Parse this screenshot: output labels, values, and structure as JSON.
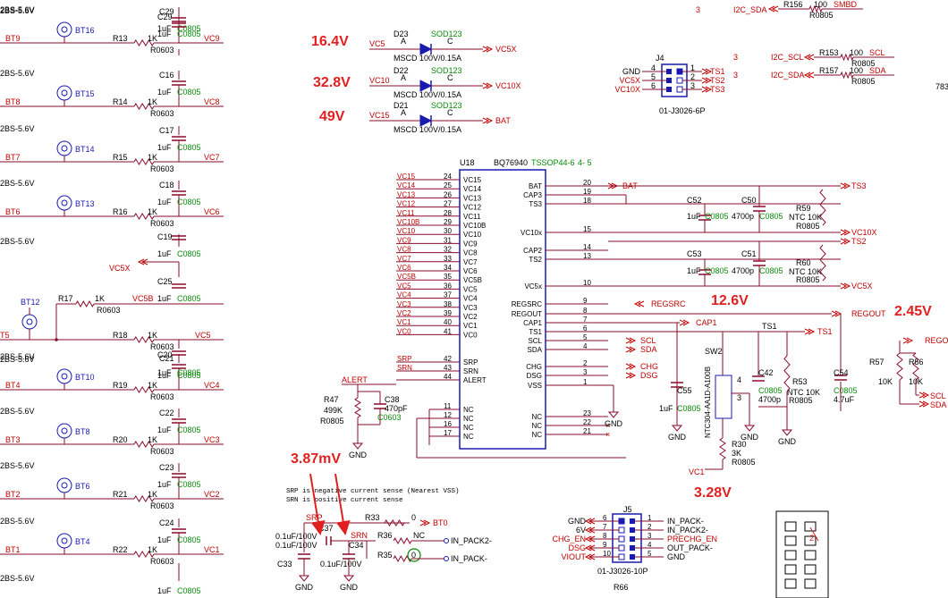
{
  "colors": {
    "wire": "#8a0b2a",
    "part": "#1a1ab0",
    "net": "#c00000",
    "green": "#0a8a0a",
    "ann": "#e02020"
  },
  "left_column": {
    "cells": [
      {
        "part": "BT16",
        "net": "BT9",
        "r": "R13",
        "val": "1K",
        "pkg": "R0603",
        "c": "C29",
        "cval": "1uF",
        "cpkg": "C0805",
        "vc": "VC9",
        "bat": "2BS-5.6V"
      },
      {
        "part": "BT15",
        "net": "BT8",
        "r": "R14",
        "val": "1K",
        "pkg": "R0603",
        "c": "C16",
        "cval": "1uF",
        "cpkg": "C0805",
        "vc": "VC8",
        "bat": "2BS-5.6V"
      },
      {
        "part": "BT14",
        "net": "BT7",
        "r": "R15",
        "val": "1K",
        "pkg": "R0603",
        "c": "C17",
        "cval": "1uF",
        "cpkg": "C0805",
        "vc": "VC7",
        "bat": "2BS-5.6V"
      },
      {
        "part": "BT13",
        "net": "BT6",
        "r": "R16",
        "val": "1K",
        "pkg": "R0603",
        "c": "C18",
        "cval": "1uF",
        "cpkg": "C0805",
        "vc": "VC6",
        "bat": "2BS-5.6V"
      },
      {
        "part": "BT10",
        "net": "BT4",
        "r": "R19",
        "val": "1K",
        "pkg": "R0603",
        "c": "C21",
        "cval": "1uF",
        "cpkg": "C0805",
        "vc": "VC4",
        "bat": "2BS-5.6V"
      },
      {
        "part": "BT8",
        "net": "BT3",
        "r": "R20",
        "val": "1K",
        "pkg": "R0603",
        "c": "C22",
        "cval": "1uF",
        "cpkg": "C0805",
        "vc": "VC3",
        "bat": "2BS-5.6V"
      },
      {
        "part": "BT6",
        "net": "BT2",
        "r": "R21",
        "val": "1K",
        "pkg": "R0603",
        "c": "C23",
        "cval": "1uF",
        "cpkg": "C0805",
        "vc": "VC2",
        "bat": "2BS-5.6V"
      },
      {
        "part": "BT4",
        "net": "BT1",
        "r": "R22",
        "val": "1K",
        "pkg": "R0603",
        "c": "C24",
        "cval": "1uF",
        "cpkg": "C0805",
        "vc": "VC1",
        "bat": "2BS-5.6V"
      }
    ],
    "extra": {
      "c19": "C19",
      "c25": "C25",
      "vc5x": "VC5X",
      "bt12": "BT12",
      "r17": "R17",
      "r17v": "1K",
      "r17p": "R0603",
      "vc5b": "VC5B",
      "t5": "T5",
      "r18": "R18",
      "r18v": "1K",
      "r18p": "R0603",
      "vc5": "VC5",
      "c20": "C20",
      "c20v": "1uF",
      "c20p": "C0805",
      "c19v": "1uF",
      "c19p": "C0805",
      "c25v": "1uF",
      "c25p": "C0805"
    }
  },
  "diodes": [
    {
      "ref": "D23",
      "pkg": "SOD123",
      "a": "A",
      "c": "C",
      "in": "VC5",
      "out": "VC5X",
      "desc": "MSCD 100V/0.15A",
      "ann": "16.4V"
    },
    {
      "ref": "D22",
      "pkg": "SOD123",
      "a": "A",
      "c": "C",
      "in": "VC10",
      "out": "VC10X",
      "desc": "MSCD 100V/0.15A",
      "ann": "32.8V"
    },
    {
      "ref": "D21",
      "pkg": "SOD123",
      "a": "A",
      "c": "C",
      "in": "VC15",
      "out": "BAT",
      "desc": "MSCD 100V/0.15A",
      "ann": "49V"
    }
  ],
  "j4": {
    "ref": "J4",
    "part": "01-J3026-6P",
    "left": [
      "GND",
      "VC5X",
      "VC10X"
    ],
    "right": [
      "TS1",
      "TS2",
      "TS3"
    ],
    "lp": [
      "4",
      "5",
      "6"
    ],
    "rp": [
      "1",
      "2",
      "3"
    ]
  },
  "i2c": {
    "sda1": "I2C_SDA",
    "r156": "R156",
    "r156v": "100",
    "smbd": "SMBD",
    "r156p": "R0805",
    "num3a": "3",
    "num3b": "3",
    "num3c": "3",
    "scl": "I2C_SCL",
    "r153": "R153",
    "r153v": "100",
    "scl_net": "SCL",
    "r153p": "R0805",
    "sda2": "I2C_SDA",
    "r157": "R157",
    "r157v": "100",
    "sda_net": "SDA",
    "r157p": "R0805",
    "edge": "783"
  },
  "u18": {
    "ref": "U18",
    "part": "BQ76940",
    "pkg": "TSSOP44-6",
    "sect": "4- 5",
    "left_pins": [
      {
        "net": "VC15",
        "num": "24",
        "name": "VC15"
      },
      {
        "net": "VC14",
        "num": "25",
        "name": "VC14"
      },
      {
        "net": "VC13",
        "num": "26",
        "name": "VC13"
      },
      {
        "net": "VC12",
        "num": "27",
        "name": "VC12"
      },
      {
        "net": "VC11",
        "num": "28",
        "name": "VC11"
      },
      {
        "net": "VC10B",
        "num": "29",
        "name": "VC10B"
      },
      {
        "net": "VC10",
        "num": "30",
        "name": "VC10"
      },
      {
        "net": "VC9",
        "num": "31",
        "name": "VC9"
      },
      {
        "net": "VC8",
        "num": "32",
        "name": "VC8"
      },
      {
        "net": "VC7",
        "num": "33",
        "name": "VC7"
      },
      {
        "net": "VC6",
        "num": "34",
        "name": "VC6"
      },
      {
        "net": "VC5B",
        "num": "35",
        "name": "VC5B"
      },
      {
        "net": "VC5",
        "num": "36",
        "name": "VC5"
      },
      {
        "net": "VC4",
        "num": "37",
        "name": "VC4"
      },
      {
        "net": "VC3",
        "num": "38",
        "name": "VC3"
      },
      {
        "net": "VC2",
        "num": "39",
        "name": "VC2"
      },
      {
        "net": "VC1",
        "num": "40",
        "name": "VC1"
      },
      {
        "net": "VC0",
        "num": "41",
        "name": "VC0"
      }
    ],
    "left_pins2": [
      {
        "net": "SRP",
        "num": "42",
        "name": "SRP"
      },
      {
        "net": "SRN",
        "num": "43",
        "name": "SRN"
      },
      {
        "net": "ALERT",
        "num": "44",
        "name": "ALERT"
      }
    ],
    "nc_left": [
      {
        "num": "11",
        "name": "NC"
      },
      {
        "num": "12",
        "name": "NC"
      },
      {
        "num": "16",
        "name": "NC"
      },
      {
        "num": "17",
        "name": "NC"
      }
    ],
    "right_pins": [
      {
        "name": "BAT",
        "num": "20"
      },
      {
        "name": "CAP3",
        "num": "19"
      },
      {
        "name": "TS3",
        "num": "18"
      },
      {
        "name": "VC10x",
        "num": "15"
      },
      {
        "name": "CAP2",
        "num": "14"
      },
      {
        "name": "TS2",
        "num": "13"
      },
      {
        "name": "VC5x",
        "num": "10"
      },
      {
        "name": "REGSRC",
        "num": "9"
      },
      {
        "name": "REGOUT",
        "num": "8"
      },
      {
        "name": "CAP1",
        "num": "7"
      },
      {
        "name": "TS1",
        "num": "6"
      },
      {
        "name": "SCL",
        "num": "5"
      },
      {
        "name": "SDA",
        "num": "4"
      },
      {
        "name": "CHG",
        "num": "2"
      },
      {
        "name": "DSG",
        "num": "3"
      },
      {
        "name": "VSS",
        "num": "1"
      },
      {
        "name": "NC",
        "num": "23"
      },
      {
        "name": "NC",
        "num": "22"
      },
      {
        "name": "NC",
        "num": "21"
      }
    ]
  },
  "right_nets": {
    "bat": "BAT",
    "ts3": "TS3",
    "vc10x": "VC10X",
    "ts2": "TS2",
    "vc5x": "VC5X",
    "regsrc": "REGSRC",
    "regout": "REGOUT",
    "cap1": "CAP1",
    "ts1": "TS1",
    "scl": "SCL",
    "sda": "SDA",
    "chg": "CHG",
    "dsg": "DSG",
    "gnd": "GND"
  },
  "caps_right": {
    "c52": "C52",
    "c52v": "1uF",
    "c52p": "C0805",
    "c50": "C50",
    "c50v": "4700p",
    "c50p": "C0805",
    "r59": "R59",
    "r59v": "NTC 10K",
    "r59p": "R0805",
    "c53": "C53",
    "c53v": "1uF",
    "c53p": "C0805",
    "c51": "C51",
    "c51v": "4700p",
    "c51p": "C0805",
    "r60": "R60",
    "r60v": "NTC 10K",
    "r60p": "R0805"
  },
  "bottom_right": {
    "c55": "C55",
    "c55v": "1uF",
    "c55p": "C0805",
    "sw": "SW2",
    "swp": "NTC304-AA1D-A100B",
    "sw3": "3",
    "sw4": "4",
    "ts1": "TS1",
    "c42": "C42",
    "c42p": "C0805",
    "c42v": "4700p",
    "r53": "R53",
    "r53v": "NTC 10K",
    "r53p": "R0805",
    "c54": "C54",
    "c54p": "C0805",
    "c54v": "4.7uF",
    "r30": "R30",
    "r30v": "3K",
    "r30p": "R0805",
    "vc1": "VC1",
    "gnd": "GND"
  },
  "regout_side": {
    "r57": "R57",
    "r57v": "10K",
    "r56": "R56",
    "r56v": "10K",
    "rego": "REGO",
    "scl": "SCL",
    "sda": "SDA"
  },
  "alert": {
    "net": "ALERT",
    "r47": "R47",
    "r47v": "499K",
    "r47p": "R0805",
    "c38": "C38",
    "c38v": "470pF",
    "c38p": "C0603",
    "gnd": "GND"
  },
  "sense": {
    "note1": "SRP is negative current sense (Nearest VSS)",
    "note2": "SRN is positive current sense",
    "srp": "SRP",
    "srn": "SRN",
    "c37": "C37",
    "c34": "C34",
    "c33": "C33",
    "v1": "0.1uF/100V",
    "v2": "0.1uF/100V",
    "v3": "0.1uF/100V",
    "r33": "R33",
    "r33v": "0",
    "bt0": "BT0",
    "r36": "R36",
    "nc": "NC",
    "pack2": "IN_PACK2-",
    "r35": "R35",
    "r35v": "0",
    "pack": "IN_PACK-",
    "gnd": "GND"
  },
  "j5": {
    "ref": "J5",
    "part": "01-J3026-10P",
    "r66": "R66",
    "left": [
      "GND",
      "6V",
      "CHG_EN",
      "DSG",
      "VIOUT"
    ],
    "lp": [
      "6",
      "7",
      "8",
      "9",
      "10"
    ],
    "right": [
      "IN_PACK-",
      "IN_PACK2-",
      "PRECHG_EN",
      "OUT_PACK-",
      "GND"
    ],
    "rp": [
      "1",
      "2",
      "3",
      "4",
      "5"
    ]
  },
  "annotations": {
    "v12": "12.6V",
    "v245": "2.45V",
    "v328": "3.28V",
    "mv": "3.87mV"
  }
}
